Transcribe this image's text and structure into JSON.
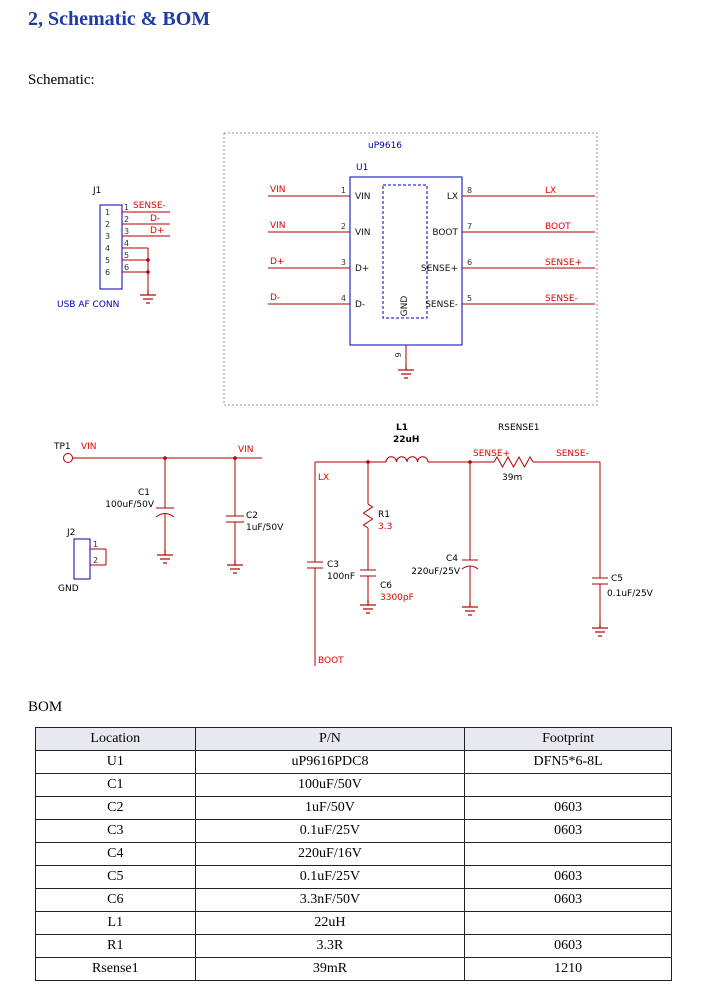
{
  "page": {
    "title": "2, Schematic & BOM",
    "schematic_heading": "Schematic:",
    "bom_heading": "BOM"
  },
  "colors": {
    "title_blue": "#1f3ba6",
    "wire_red": "#b00000",
    "net_label_red": "#e80000",
    "part_blue": "#0000b4",
    "table_header_bg": "#e8e8f0"
  },
  "u1_block": {
    "part_number": "uP9616",
    "refdes": "U1",
    "left_pins": [
      {
        "net": "VIN",
        "num": "1",
        "name": "VIN"
      },
      {
        "net": "VIN",
        "num": "2",
        "name": "VIN"
      },
      {
        "net": "D+",
        "num": "3",
        "name": "D+"
      },
      {
        "net": "D-",
        "num": "4",
        "name": "D-"
      }
    ],
    "right_pins": [
      {
        "net": "LX",
        "num": "8",
        "name": "LX"
      },
      {
        "net": "BOOT",
        "num": "7",
        "name": "BOOT"
      },
      {
        "net": "SENSE+",
        "num": "6",
        "name": "SENSE+"
      },
      {
        "net": "SENSE-",
        "num": "5",
        "name": "SENSE-"
      }
    ],
    "gnd_name": "GND",
    "gnd_num": "9"
  },
  "j1_block": {
    "refdes": "J1",
    "type_label": "USB AF CONN",
    "inner_pins": [
      "1",
      "2",
      "3",
      "4",
      "5",
      "6"
    ],
    "outer_pins": [
      "1",
      "2",
      "3",
      "4",
      "5",
      "6"
    ],
    "net1": "SENSE-",
    "net2": "D-",
    "net3": "D+"
  },
  "input_section": {
    "tp1_ref": "TP1",
    "tp1_net": "VIN",
    "vin_flag": "VIN",
    "c1_ref": "C1",
    "c1_val": "100uF/50V",
    "c2_ref": "C2",
    "c2_val": "1uF/50V",
    "j2_ref": "J2",
    "j2_pin1": "1",
    "j2_pin2": "2",
    "j2_net": "GND"
  },
  "output_section": {
    "lx_net": "LX",
    "boot_net": "BOOT",
    "l1_ref": "L1",
    "l1_val": "22uH",
    "r1_ref": "R1",
    "r1_val": "3.3",
    "c3_ref": "C3",
    "c3_val": "100nF",
    "c6_ref": "C6",
    "c6_val": "3300pF",
    "c4_ref": "C4",
    "c4_val": "220uF/25V",
    "rsense_ref": "RSENSE1",
    "rsense_val": "39m",
    "sense_p": "SENSE+",
    "sense_n": "SENSE-",
    "c5_ref": "C5",
    "c5_val": "0.1uF/25V"
  },
  "bom": {
    "headers": [
      "Location",
      "P/N",
      "Footprint"
    ],
    "rows": [
      [
        "U1",
        "uP9616PDC8",
        "DFN5*6-8L"
      ],
      [
        "C1",
        "100uF/50V",
        ""
      ],
      [
        "C2",
        "1uF/50V",
        "0603"
      ],
      [
        "C3",
        "0.1uF/25V",
        "0603"
      ],
      [
        "C4",
        "220uF/16V",
        ""
      ],
      [
        "C5",
        "0.1uF/25V",
        "0603"
      ],
      [
        "C6",
        "3.3nF/50V",
        "0603"
      ],
      [
        "L1",
        "22uH",
        ""
      ],
      [
        "R1",
        "3.3R",
        "0603"
      ],
      [
        "Rsense1",
        "39mR",
        "1210"
      ]
    ]
  }
}
